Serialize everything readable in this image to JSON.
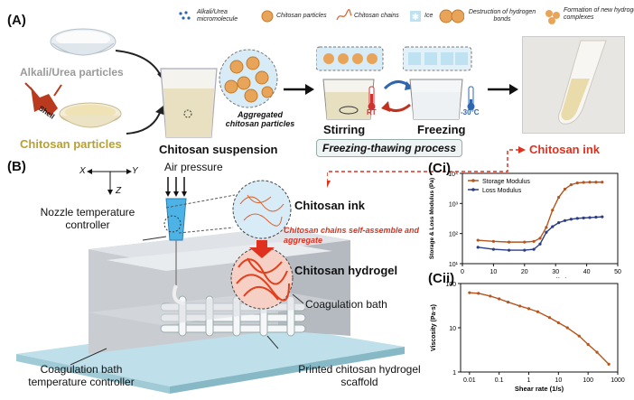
{
  "panel_a": {
    "label": "(A)",
    "legend": [
      {
        "icon": "dots-icon",
        "text": "Alkali/Urea micromolecule"
      },
      {
        "icon": "chitosan-particle-icon",
        "text": "Chitosan particles"
      },
      {
        "icon": "chitosan-chain-icon",
        "text": "Chitosan chains"
      },
      {
        "icon": "ice-icon",
        "text": "Ice"
      },
      {
        "icon": "bond-destruction-icon",
        "text": "Destruction of hydrogen bonds"
      },
      {
        "icon": "bond-formation-icon",
        "text": "Formation of new hydrogen bonds complexes"
      }
    ],
    "alkali_urea_particles": "Alkali/Urea particles",
    "chitosan_particles": "Chitosan particles",
    "shell": "Shell",
    "aggregated": "Aggregated chitosan particles",
    "suspension": "Chitosan suspension",
    "stirring": "Stirring",
    "freezing": "Freezing",
    "rt": "RT",
    "temp": "-30°C",
    "process": "Freezing-thawing process",
    "ink": "Chitosan ink"
  },
  "panel_b": {
    "label": "(B)",
    "air_pressure": "Air pressure",
    "axis_x": "X",
    "axis_y": "Y",
    "axis_z": "Z",
    "nozzle": "Nozzle temperature controller",
    "ink": "Chitosan ink",
    "self_assemble": "Chitosan chains self-assemble and aggregate",
    "hydrogel": "Chitosan hydrogel",
    "coag_bath": "Coagulation bath",
    "coag_controller": "Coagulation bath temperature controller",
    "scaffold": "Printed chitosan hydrogel scaffold"
  },
  "chart_data": [
    {
      "panel": "(Ci)",
      "type": "line",
      "xlabel": "Temperature (°C)",
      "ylabel": "Storage & Loss Modulus (Pa)",
      "xlim": [
        0,
        50
      ],
      "ylim_log10": [
        1,
        4
      ],
      "x_ticks": [
        0,
        10,
        20,
        30,
        40,
        50
      ],
      "y_ticks": [
        "10¹",
        "10²",
        "10³",
        "10⁴"
      ],
      "series": [
        {
          "name": "Storage Modulus",
          "color": "#b5561f",
          "x": [
            5,
            10,
            15,
            20,
            23,
            25,
            27,
            29,
            31,
            33,
            35,
            37,
            39,
            41,
            43,
            45
          ],
          "y": [
            60,
            55,
            52,
            52,
            55,
            70,
            160,
            600,
            1600,
            3000,
            4200,
            4800,
            5000,
            5100,
            5100,
            5100
          ]
        },
        {
          "name": "Loss Modulus",
          "color": "#2b3d87",
          "x": [
            5,
            10,
            15,
            20,
            23,
            25,
            27,
            29,
            31,
            33,
            35,
            37,
            39,
            41,
            43,
            45
          ],
          "y": [
            35,
            30,
            28,
            28,
            30,
            45,
            110,
            170,
            230,
            270,
            300,
            320,
            330,
            340,
            350,
            360
          ]
        }
      ]
    },
    {
      "panel": "(Cii)",
      "type": "line",
      "xlabel": "Shear rate (1/s)",
      "ylabel": "Viscosity (Pa·s)",
      "xlim_log10": [
        -2.3,
        3
      ],
      "ylim_log10": [
        0,
        2
      ],
      "x_ticks": [
        "0.01",
        "0.1",
        "1",
        "10",
        "100",
        "1000"
      ],
      "y_ticks": [
        "1",
        "10",
        "100"
      ],
      "series": [
        {
          "name": "Viscosity",
          "color": "#b5561f",
          "x": [
            0.01,
            0.02,
            0.05,
            0.1,
            0.2,
            0.5,
            1,
            2,
            5,
            10,
            20,
            50,
            100,
            200,
            500
          ],
          "y": [
            62,
            60,
            52,
            45,
            38,
            31,
            27,
            23,
            17,
            13,
            10,
            6.5,
            4.2,
            2.8,
            1.5
          ]
        }
      ]
    }
  ]
}
